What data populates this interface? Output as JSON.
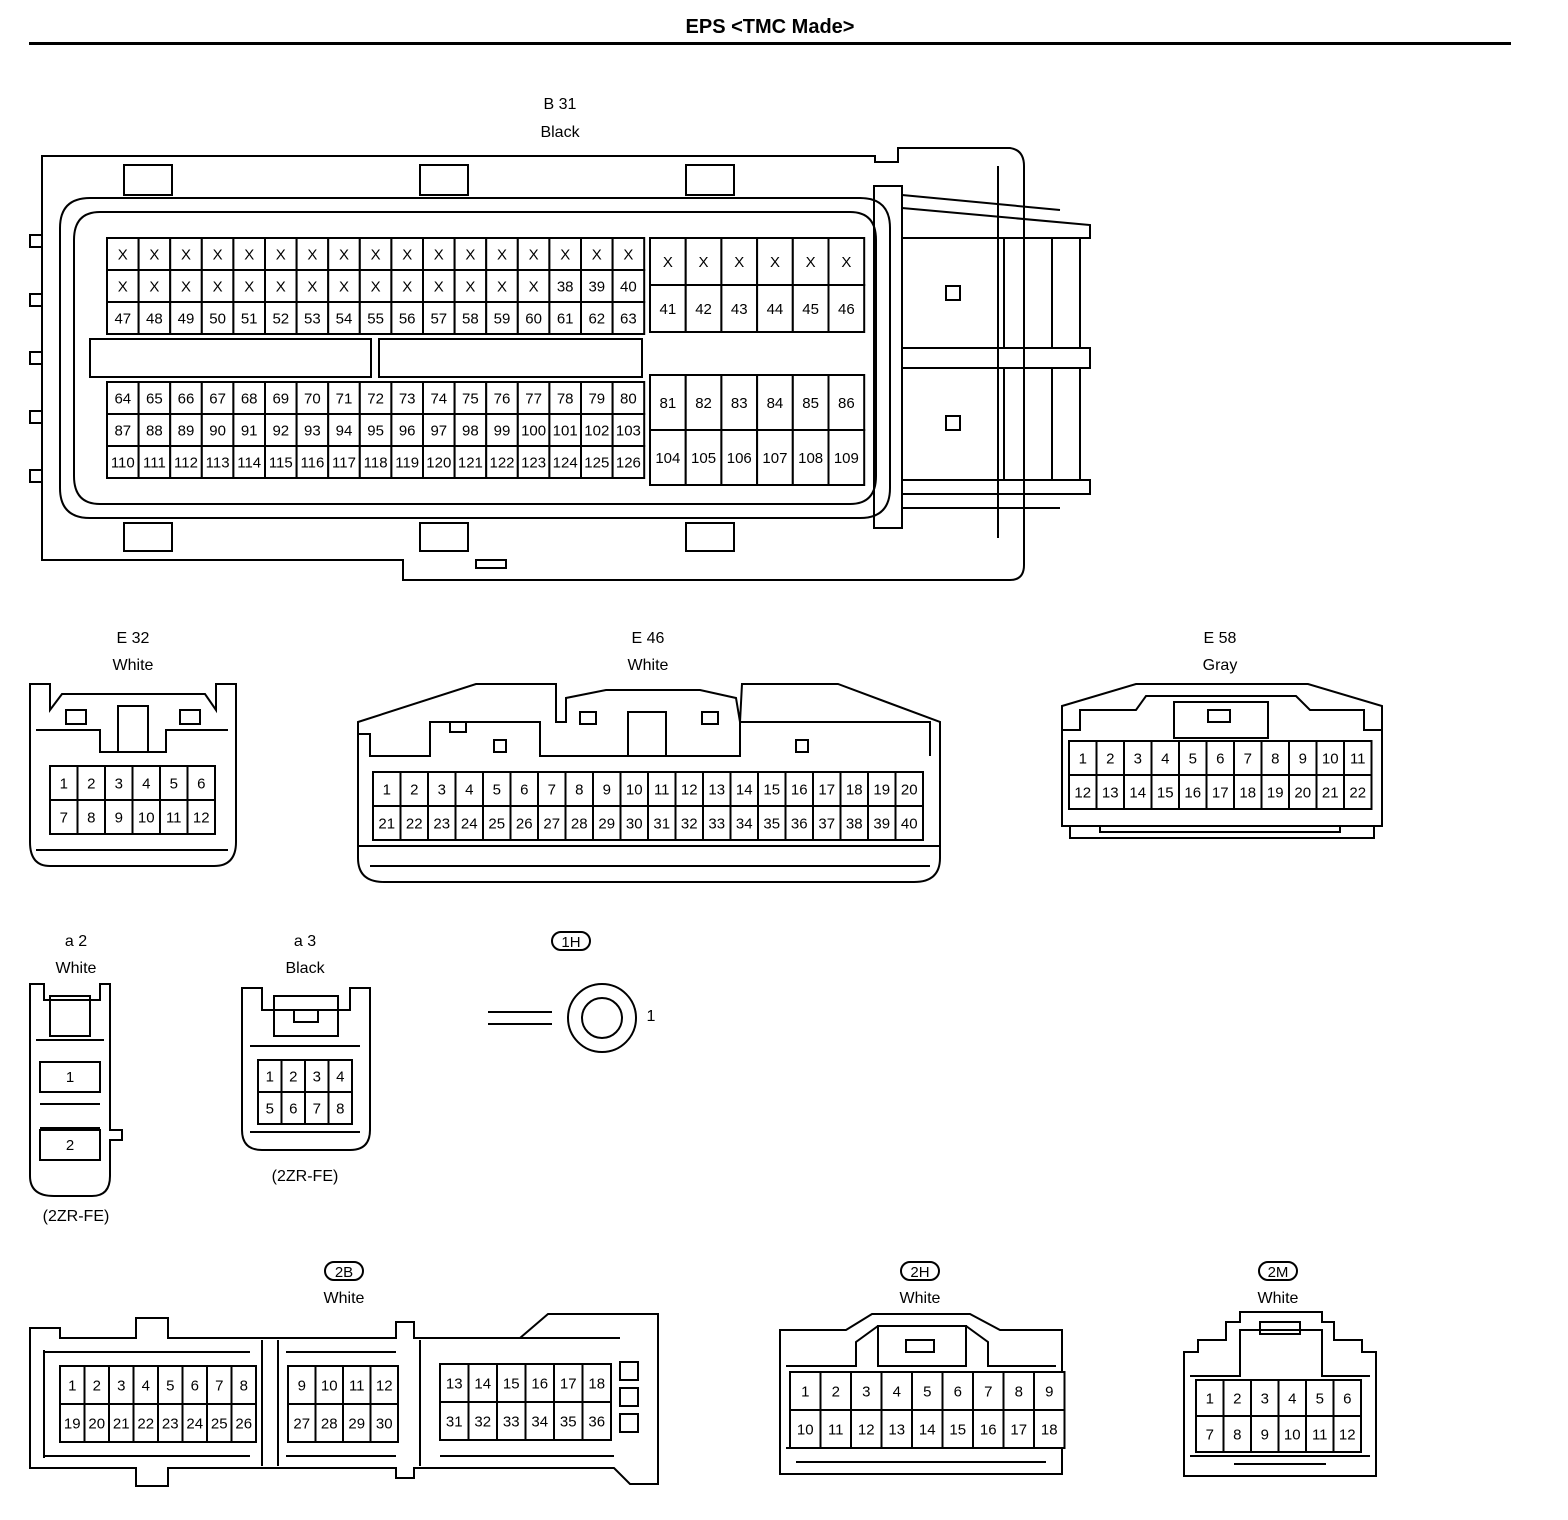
{
  "title": "EPS <TMC Made>",
  "connectors": [
    {
      "id": "b31",
      "code": "B 31",
      "color": "Black"
    },
    {
      "id": "e32",
      "code": "E 32",
      "color": "White"
    },
    {
      "id": "e46",
      "code": "E 46",
      "color": "White"
    },
    {
      "id": "e58",
      "code": "E 58",
      "color": "Gray"
    },
    {
      "id": "a2",
      "code": "a 2",
      "color": "White",
      "note": "(2ZR-FE)"
    },
    {
      "id": "a3",
      "code": "a 3",
      "color": "Black",
      "note": "(2ZR-FE)"
    },
    {
      "id": "1h",
      "code": "1H",
      "terminal": "1"
    },
    {
      "id": "2b",
      "code": "2B",
      "color": "White"
    },
    {
      "id": "2h",
      "code": "2H",
      "color": "White"
    },
    {
      "id": "2m",
      "code": "2M",
      "color": "White"
    }
  ],
  "pins": {
    "b31_top_left": [
      [
        "X",
        "X",
        "X",
        "X",
        "X",
        "X",
        "X",
        "X",
        "X",
        "X",
        "X",
        "X",
        "X",
        "X",
        "X",
        "X",
        "X"
      ],
      [
        "X",
        "X",
        "X",
        "X",
        "X",
        "X",
        "X",
        "X",
        "X",
        "X",
        "X",
        "X",
        "X",
        "X",
        "38",
        "39",
        "40"
      ],
      [
        "47",
        "48",
        "49",
        "50",
        "51",
        "52",
        "53",
        "54",
        "55",
        "56",
        "57",
        "58",
        "59",
        "60",
        "61",
        "62",
        "63"
      ]
    ],
    "b31_top_right": [
      [
        "X",
        "X",
        "X",
        "X",
        "X",
        "X"
      ],
      [
        "41",
        "42",
        "43",
        "44",
        "45",
        "46"
      ]
    ],
    "b31_bottom_left": [
      [
        "64",
        "65",
        "66",
        "67",
        "68",
        "69",
        "70",
        "71",
        "72",
        "73",
        "74",
        "75",
        "76",
        "77",
        "78",
        "79",
        "80"
      ],
      [
        "87",
        "88",
        "89",
        "90",
        "91",
        "92",
        "93",
        "94",
        "95",
        "96",
        "97",
        "98",
        "99",
        "100",
        "101",
        "102",
        "103"
      ],
      [
        "110",
        "111",
        "112",
        "113",
        "114",
        "115",
        "116",
        "117",
        "118",
        "119",
        "120",
        "121",
        "122",
        "123",
        "124",
        "125",
        "126"
      ]
    ],
    "b31_bottom_right": [
      [
        "81",
        "82",
        "83",
        "84",
        "85",
        "86"
      ],
      [
        "104",
        "105",
        "106",
        "107",
        "108",
        "109"
      ]
    ],
    "e32": [
      [
        "1",
        "2",
        "3",
        "4",
        "5",
        "6"
      ],
      [
        "7",
        "8",
        "9",
        "10",
        "11",
        "12"
      ]
    ],
    "e46": [
      [
        "1",
        "2",
        "3",
        "4",
        "5",
        "6",
        "7",
        "8",
        "9",
        "10",
        "11",
        "12",
        "13",
        "14",
        "15",
        "16",
        "17",
        "18",
        "19",
        "20"
      ],
      [
        "21",
        "22",
        "23",
        "24",
        "25",
        "26",
        "27",
        "28",
        "29",
        "30",
        "31",
        "32",
        "33",
        "34",
        "35",
        "36",
        "37",
        "38",
        "39",
        "40"
      ]
    ],
    "e58": [
      [
        "1",
        "2",
        "3",
        "4",
        "5",
        "6",
        "7",
        "8",
        "9",
        "10",
        "11"
      ],
      [
        "12",
        "13",
        "14",
        "15",
        "16",
        "17",
        "18",
        "19",
        "20",
        "21",
        "22"
      ]
    ],
    "a2": [
      "1",
      "2"
    ],
    "a3": [
      [
        "1",
        "2",
        "3",
        "4"
      ],
      [
        "5",
        "6",
        "7",
        "8"
      ]
    ],
    "2b_a": [
      [
        "1",
        "2",
        "3",
        "4",
        "5",
        "6",
        "7",
        "8"
      ],
      [
        "19",
        "20",
        "21",
        "22",
        "23",
        "24",
        "25",
        "26"
      ]
    ],
    "2b_b": [
      [
        "9",
        "10",
        "11",
        "12"
      ],
      [
        "27",
        "28",
        "29",
        "30"
      ]
    ],
    "2b_c": [
      [
        "13",
        "14",
        "15",
        "16",
        "17",
        "18"
      ],
      [
        "31",
        "32",
        "33",
        "34",
        "35",
        "36"
      ]
    ],
    "2h": [
      [
        "1",
        "2",
        "3",
        "4",
        "5",
        "6",
        "7",
        "8",
        "9"
      ],
      [
        "10",
        "11",
        "12",
        "13",
        "14",
        "15",
        "16",
        "17",
        "18"
      ]
    ],
    "2m": [
      [
        "1",
        "2",
        "3",
        "4",
        "5",
        "6"
      ],
      [
        "7",
        "8",
        "9",
        "10",
        "11",
        "12"
      ]
    ]
  }
}
